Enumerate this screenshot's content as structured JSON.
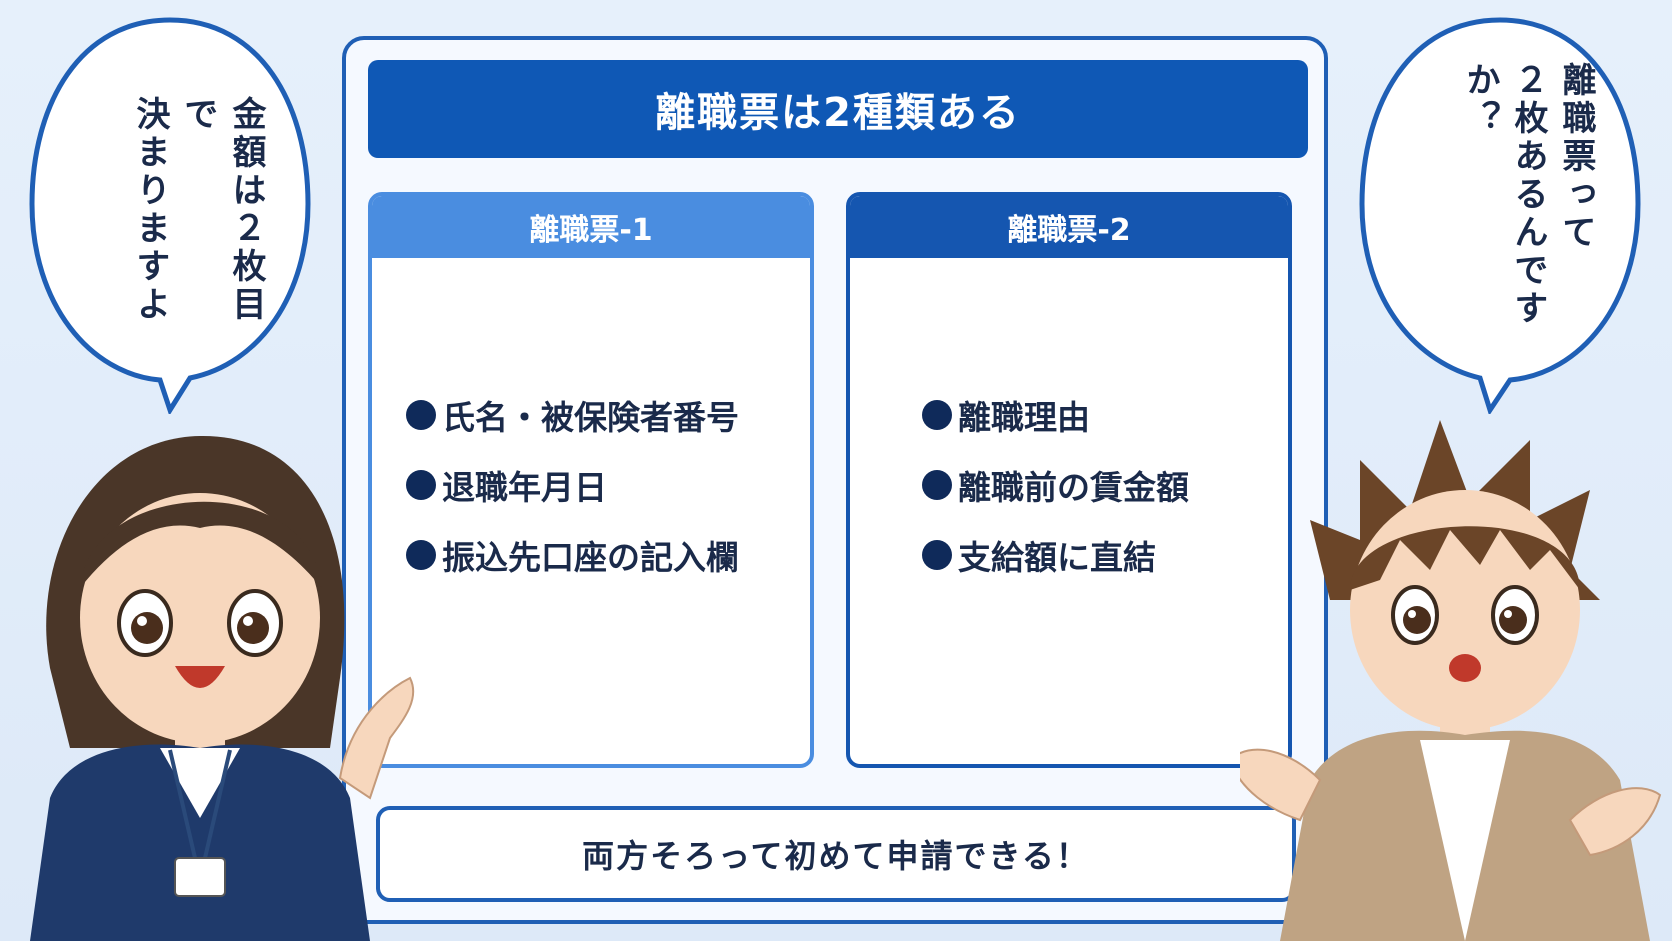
{
  "title": "離職票は2種類ある",
  "cards": [
    {
      "heading": "離職票-1",
      "items": [
        "氏名・被保険者番号",
        "退職年月日",
        "振込先口座の記入欄"
      ]
    },
    {
      "heading": "離職票-2",
      "items": [
        "離職理由",
        "離職前の賃金額",
        "支給額に直結"
      ]
    }
  ],
  "footer": "両方そろって初めて申請できる！",
  "left_bubble": {
    "lines": [
      "金額は２枚目で",
      "決まりますよ"
    ]
  },
  "right_bubble": {
    "lines": [
      "離職票って",
      "２枚あるんですか？"
    ]
  },
  "colors": {
    "primary": "#0f58b5",
    "accent": "#4a8de0",
    "background": "#e6f0fb"
  }
}
